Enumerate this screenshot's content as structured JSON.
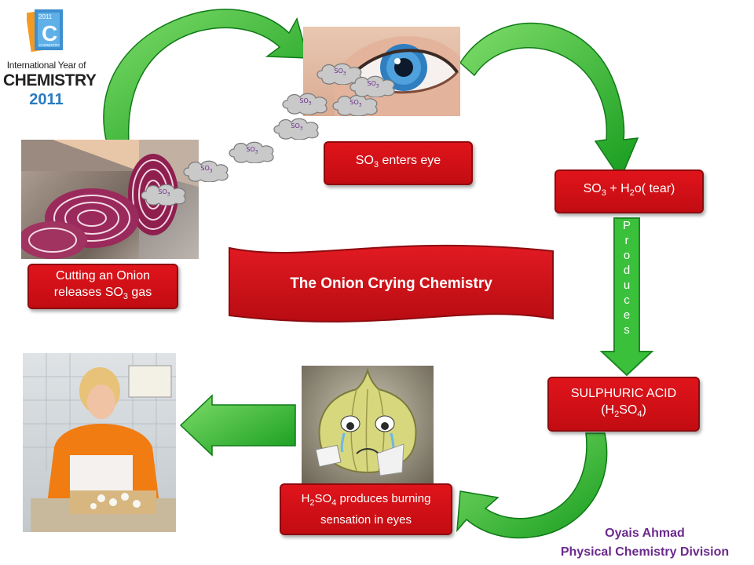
{
  "logo": {
    "year_badge": "2011",
    "badge_letter": "C",
    "badge_word": "CHEMISTRY",
    "line1": "International Year of",
    "line2": "CHEMISTRY",
    "line3": "2011"
  },
  "title": "The  Onion Crying Chemistry",
  "steps": {
    "cut": {
      "text_a": "Cutting an Onion",
      "text_b": "releases SO",
      "sub": "3",
      "text_c": " gas"
    },
    "enters": {
      "text_a": "SO",
      "sub": "3",
      "text_b": " enters  eye"
    },
    "reaction": {
      "text_a": "SO",
      "sub1": "3",
      "text_b": " + H",
      "sub2": "2",
      "text_c": "o( tear)"
    },
    "acid": {
      "line1": "SULPHURIC  ACID",
      "text_a": "(H",
      "sub1": "2",
      "text_b": "SO",
      "sub2": "4",
      "text_c": ")"
    },
    "burning": {
      "text_a": "H",
      "sub1": "2",
      "text_b": "SO",
      "sub2": "4",
      "text_c": " produces burning",
      "line2": "sensation in eyes"
    }
  },
  "produces_letters": [
    "P",
    "r",
    "o",
    "d",
    "u",
    "c",
    "e",
    "s"
  ],
  "cloud_label": {
    "base": "SO",
    "sub": "3"
  },
  "author": {
    "name": "Oyais Ahmad",
    "division": "Physical Chemistry Division"
  },
  "colors": {
    "red": "#d71219",
    "green": "#2ab52a",
    "purple": "#6a2a8c",
    "cloud": "#c8c8c8"
  }
}
